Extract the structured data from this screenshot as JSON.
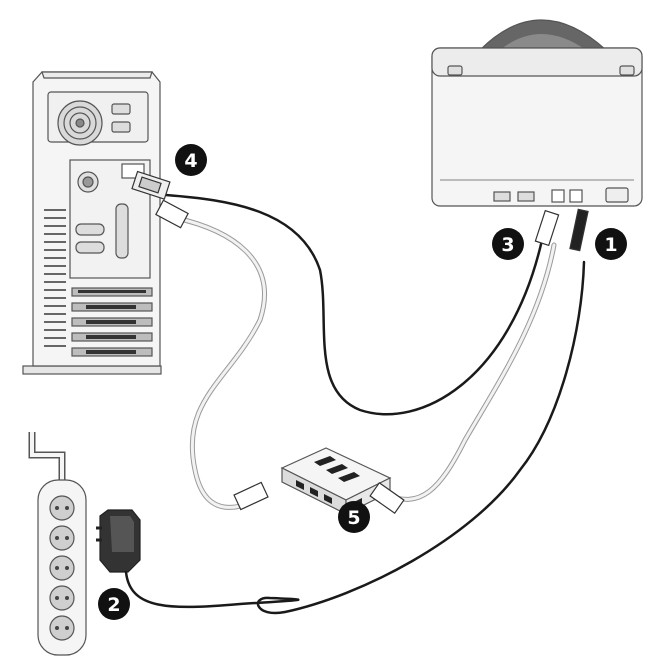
{
  "diagram": {
    "callouts": [
      {
        "id": "callout-1",
        "label": "1",
        "refers_to": "scanner-power-cable"
      },
      {
        "id": "callout-2",
        "label": "2",
        "refers_to": "power-adapter"
      },
      {
        "id": "callout-3",
        "label": "3",
        "refers_to": "scanner-network-cable"
      },
      {
        "id": "callout-4",
        "label": "4",
        "refers_to": "computer-network-port"
      },
      {
        "id": "callout-5",
        "label": "5",
        "refers_to": "network-hub"
      }
    ],
    "components": [
      "computer-tower",
      "scanner",
      "network-hub",
      "power-strip",
      "power-adapter"
    ],
    "colors": {
      "outline": "#555555",
      "cable_dark": "#1a1a1a",
      "cable_light": "#cccccc",
      "badge": "#111111",
      "device_body": "#f5f5f5",
      "scanner_lid": "#666666"
    }
  }
}
